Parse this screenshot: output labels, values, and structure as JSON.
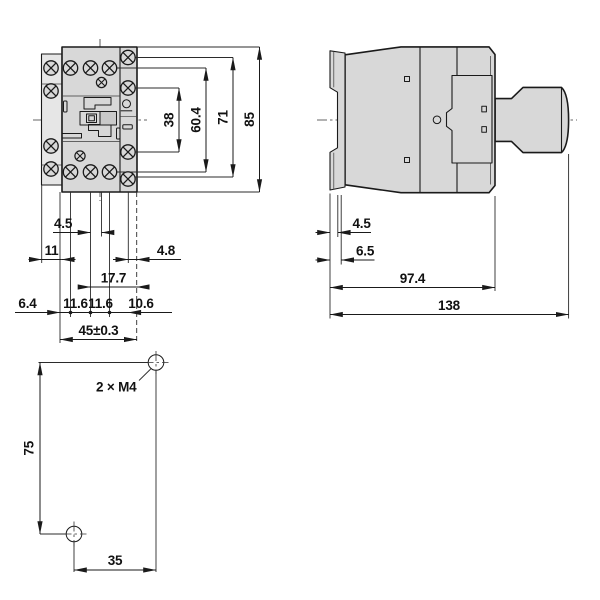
{
  "drawing_title": "contactor-dimension-drawing",
  "colors": {
    "line": "#1a1a1a",
    "body_fill": "#d8d8d8",
    "aux_fill": "#e6e6e6",
    "detail_fill": "#c9c9c9",
    "background": "#ffffff"
  },
  "front_view": {
    "overall_height": "85",
    "outer_screw_span": "71",
    "row_span": "60.4",
    "inner_screw_span": "38",
    "dim_4_5": "4.5",
    "dim_11": "11",
    "dim_4_8": "4.8",
    "dim_17_7": "17.7",
    "dim_6_4": "6.4",
    "dim_11_6_a": "11.6",
    "dim_11_6_b": "11.6",
    "dim_10_6": "10.6",
    "overall_width": "45±0.3"
  },
  "side_view": {
    "dim_4_5": "4.5",
    "dim_6_5": "6.5",
    "body_depth": "97.4",
    "overall_depth": "138"
  },
  "drilling_plan": {
    "vertical_spacing": "75",
    "horizontal_spacing": "35",
    "holes_label": "2 × M4"
  }
}
